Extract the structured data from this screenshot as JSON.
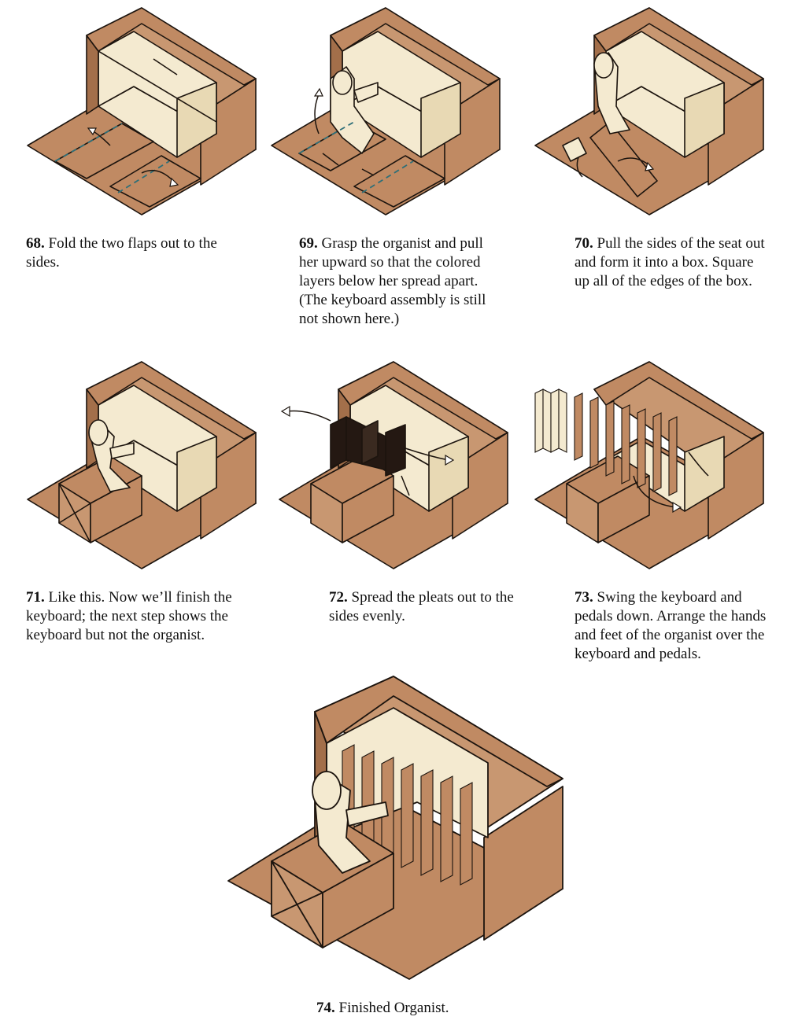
{
  "colors": {
    "paper_brown": "#c08a63",
    "paper_brown_light": "#c89771",
    "paper_brown_dark": "#a36f4a",
    "paper_cream": "#f4ead0",
    "paper_cream_shadow": "#e8d9b4",
    "outline": "#1c140e",
    "dashed_fold": "#2e6f78",
    "keyboard_dark": "#241812"
  },
  "steps": [
    {
      "number": "68.",
      "text": "Fold the two flaps out to the sides."
    },
    {
      "number": "69.",
      "text": "Grasp the organist and pull her upward so that the colored layers below her spread apart. (The keyboard assembly is still not shown here.)"
    },
    {
      "number": "70.",
      "text": "Pull the sides of the seat out and form it into a box. Square up all of the edges of the box."
    },
    {
      "number": "71.",
      "text": "Like this. Now we’ll finish the keyboard; the next step shows the keyboard but not the organist."
    },
    {
      "number": "72.",
      "text": "Spread the pleats out to the sides evenly."
    },
    {
      "number": "73.",
      "text": "Swing the keyboard and pedals down. Arrange the hands and feet of the organist over the keyboard and pedals."
    },
    {
      "number": "74.",
      "text": "Finished Organist."
    }
  ]
}
